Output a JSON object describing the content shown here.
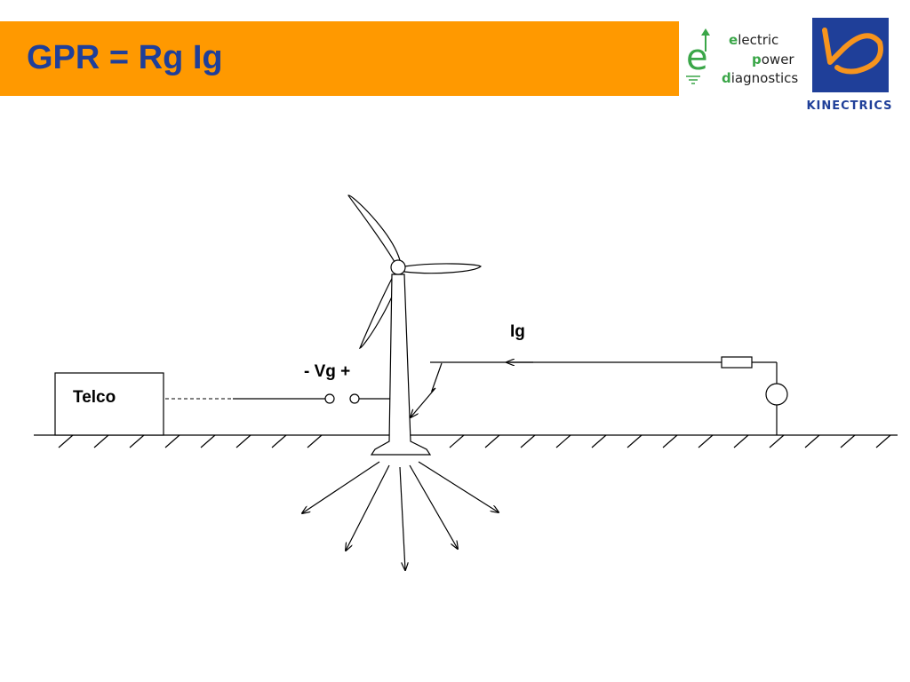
{
  "title": "GPR = Rg Ig",
  "logos": {
    "epd_lines": [
      "lectric",
      "ower",
      "iagnostics"
    ],
    "epd_initials": [
      "e",
      "p",
      "d"
    ],
    "kinectrics": "KINECTRICS"
  },
  "diagram": {
    "telco_label": "Telco",
    "vg_label": "- Vg +",
    "ig_label": "Ig"
  },
  "colors": {
    "title_bar": "#ff9900",
    "title_text": "#1f3f99",
    "epd_green": "#3aa648",
    "kinectrics_blue": "#1f3f99",
    "kinectrics_orange": "#f7941d"
  }
}
